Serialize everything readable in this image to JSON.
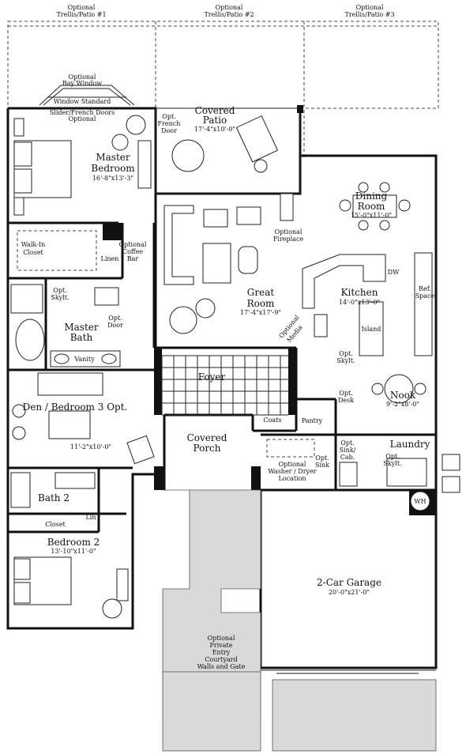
{
  "trellis": [
    {
      "line1": "Optional",
      "line2": "Trellis/Patio #1"
    },
    {
      "line1": "Optional",
      "line2": "Trellis/Patio #2"
    },
    {
      "line1": "Optional",
      "line2": "Trellis/Patio #3"
    }
  ],
  "bay_window": {
    "line1": "Optional",
    "line2": "Bay Window"
  },
  "window_standard": "Window Standard",
  "slider_doors": {
    "line1": "Slider/French Doors",
    "line2": "Optional"
  },
  "rooms": {
    "master_bedroom": {
      "line1": "Master",
      "line2": "Bedroom",
      "dims": "16'-8\"x13'-3\""
    },
    "covered_patio": {
      "line1": "Covered",
      "line2": "Patio",
      "dims": "17'-4\"x10'-0\""
    },
    "dining_room": {
      "line1": "Dining",
      "line2": "Room",
      "dims": "15'-0\"x11'-0\""
    },
    "great_room": {
      "line1": "Great",
      "line2": "Room",
      "dims": "17'-4\"x17'-9\""
    },
    "kitchen": {
      "line1": "Kitchen",
      "dims": "14'-0\"x13'-0\""
    },
    "walk_in_closet": {
      "line1": "Walk-In",
      "line2": "Closet"
    },
    "master_bath": {
      "line1": "Master",
      "line2": "Bath"
    },
    "foyer": {
      "line1": "Foyer"
    },
    "nook": {
      "line1": "Nook",
      "dims": "9'-2\"x8'-0\""
    },
    "den": {
      "line1": "Den / Bedroom 3 Opt.",
      "dims": "11'-2\"x10'-0\""
    },
    "covered_porch": {
      "line1": "Covered",
      "line2": "Porch"
    },
    "laundry": {
      "line1": "Laundry"
    },
    "bath2": {
      "line1": "Bath 2"
    },
    "bedroom2": {
      "line1": "Bedroom 2",
      "dims": "13'-10\"x11'-0\""
    },
    "garage": {
      "line1": "2-Car Garage",
      "dims": "20'-0\"x21'-0\""
    }
  },
  "labels": {
    "opt_french_door": {
      "line1": "Opt.",
      "line2": "French",
      "line3": "Door"
    },
    "opt_fireplace": {
      "line1": "Optional",
      "line2": "Fireplace"
    },
    "linen": "Linen",
    "coffee_bar": {
      "line1": "Optional",
      "line2": "Coffee",
      "line3": "Bar"
    },
    "dw": "DW",
    "ref_space": {
      "line1": "Ref.",
      "line2": "Space"
    },
    "island": "Island",
    "opt_skylt_bath": {
      "line1": "Opt.",
      "line2": "Skylt."
    },
    "opt_door": {
      "line1": "Opt.",
      "line2": "Door"
    },
    "vanity": "Vanity",
    "optional_media": {
      "line1": "Optional",
      "line2": "Media"
    },
    "opt_skylt_kitchen": {
      "line1": "Opt.",
      "line2": "Skylt."
    },
    "opt_desk": {
      "line1": "Opt.",
      "line2": "Desk"
    },
    "pantry": "Pantry",
    "coats": "Coats",
    "washer_dryer": {
      "line1": "Optional",
      "line2": "Washer / Dryer",
      "line3": "Location"
    },
    "opt_sink": {
      "line1": "Opt.",
      "line2": "Sink"
    },
    "opt_sink_cab": {
      "line1": "Opt.",
      "line2": "Sink/",
      "line3": "Cab."
    },
    "opt_skylt_laundry": {
      "line1": "Opt.",
      "line2": "Skylt."
    },
    "wh": "WH",
    "closet": "Closet",
    "lin": "Lin",
    "courtyard": {
      "line1": "Optional",
      "line2": "Private",
      "line3": "Entry",
      "line4": "Courtyard",
      "line5": "Walls and Gate"
    }
  }
}
